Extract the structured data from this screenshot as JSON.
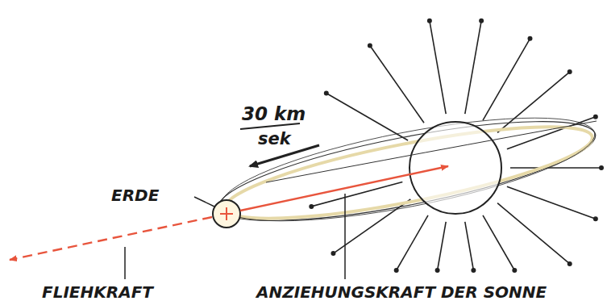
{
  "diagram": {
    "labels": [
      "ERDE",
      "30 km",
      "sek",
      "FLIEHKRAFT",
      "ANZIEHUNGSKRAFT DER SONNE"
    ]
  }
}
